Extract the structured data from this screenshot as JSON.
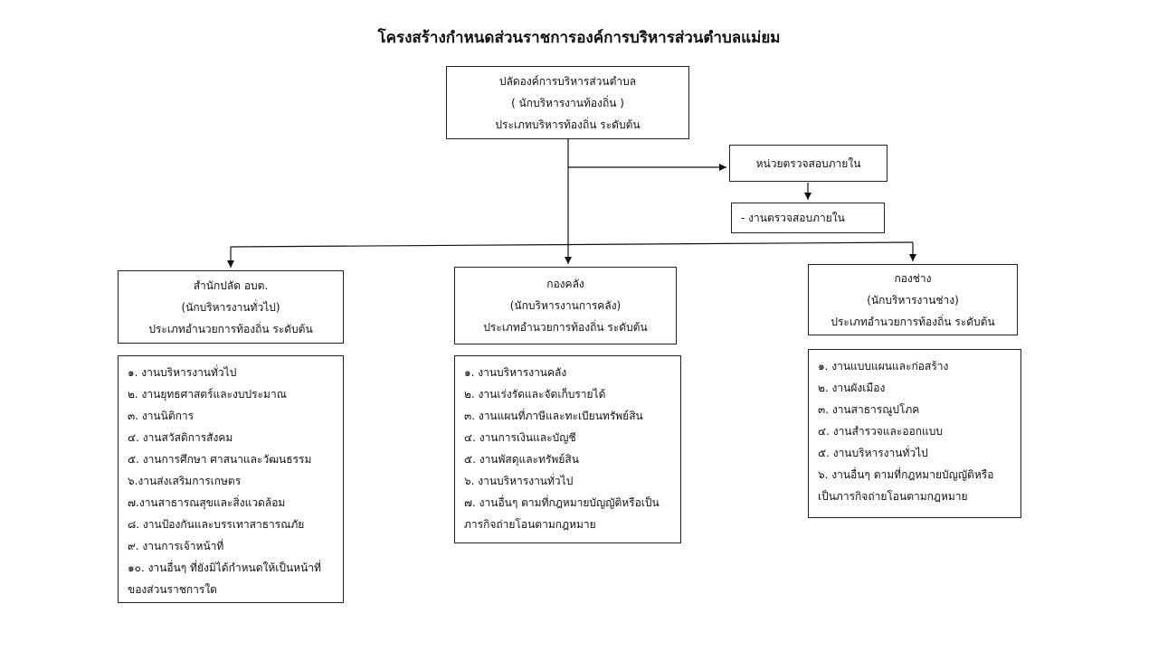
{
  "title": "โครงสร้างกำหนดส่วนราชการองค์การบริหารส่วนตำบลแม่ยม",
  "top_box": {
    "line1": "ปลัดองค์การบริหารส่วนตำบล",
    "line2": "( นักบริหารงานท้องถิ่น )",
    "line3": "ประเภทบริหารท้องถิ่น ระดับต้น"
  },
  "audit_unit": {
    "title": "หน่วยตรวจสอบภายใน",
    "task": "- งานตรวจสอบภายใน"
  },
  "departments": [
    {
      "name": "สำนักปลัด  อบต.",
      "position": "(นักบริหารงานทั่วไป)",
      "level": "ประเภทอำนวยการท้องถิ่น ระดับต้น",
      "tasks": [
        "๑. งานบริหารงานทั่วไป",
        "๒. งานยุทธศาสตร์และงบประมาณ",
        "๓. งานนิติการ",
        "๔. งานสวัสดิการสังคม",
        "๕. งานการศึกษา ศาสนาและวัฒนธรรม",
        "๖.งานส่งเสริมการเกษตร",
        "๗.งานสาธารณสุขและสิ่งแวดล้อม",
        "๘. งานป้องกันและบรรเทาสาธารณภัย",
        "๙. งานการเจ้าหน้าที่",
        "๑๐. งานอื่นๆ ที่ยังมิได้กำหนดให้เป็นหน้าที่",
        "ของส่วนราชการใด"
      ]
    },
    {
      "name": "กองคลัง",
      "position": "(นักบริหารงานการคลัง)",
      "level": "ประเภทอำนวยการท้องถิ่น ระดับต้น",
      "tasks": [
        "๑. งานบริหารงานคลัง",
        "๒. งานเร่งรัดและจัดเก็บรายได้",
        "๓. งานแผนที่ภาษีและทะเบียนทรัพย์สิน",
        "๔. งานการเงินและบัญชี",
        "๕. งานพัสดุและทรัพย์สิน",
        "๖. งานบริหารงานทั่วไป",
        "๗. งานอื่นๆ ตามที่กฎหมายบัญญัติหรือเป็น",
        "ภารกิจถ่ายโอนตามกฎหมาย"
      ]
    },
    {
      "name": "กองช่าง",
      "position": "(นักบริหารงานช่าง)",
      "level": "ประเภทอำนวยการท้องถิ่น ระดับต้น",
      "tasks": [
        "๑. งานแบบแผนและก่อสร้าง",
        "๒. งานผังเมือง",
        "๓. งานสาธารณูปโภค",
        "๔. งานสำรวจและออกแบบ",
        "๕. งานบริหารงานทั่วไป",
        "๖. งานอื่นๆ ตามที่กฎหมายบัญญัติหรือ",
        "เป็นภารกิจถ่ายโอนตามกฎหมาย"
      ]
    }
  ]
}
